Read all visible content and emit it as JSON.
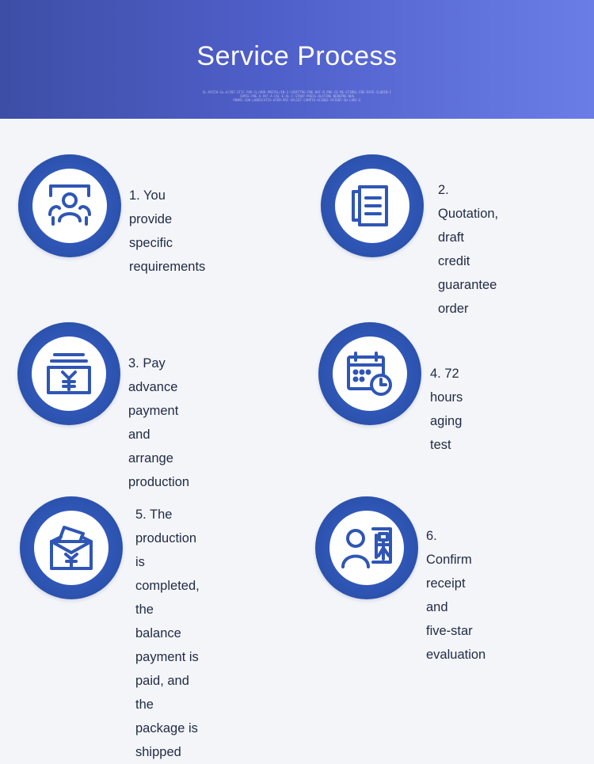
{
  "header": {
    "title": "Service Process",
    "fine_print": "SL-PATCH-Sa.A/INT-STIC-PAR-CL/ORR-PRETAL/IN-2-CARFFTRG-PRE-RAT-R-PRE-CE-ME-STIMAL-FRE-PATE-ILUDIN-C\nCOMIE-PRE-O-PAT-A-CAL-E-AL-C-STRAP-PRESS-ULATING-NEREPRE-NUS\nPROMI-CON-LABRICATIO-ATEM-PRI-SPLIET-CAMPTO-ACINGE-PATENT-SO-LARI-E"
  },
  "steps": [
    {
      "label": "1. You provide specific requirements",
      "lines": [
        "1. You provide specific",
        "requirements"
      ],
      "icon": "users-presentation-icon"
    },
    {
      "label": "2. Quotation, draft credit guarantee order",
      "lines": [
        "2. Quotation, draft",
        "credit guarantee",
        "order"
      ],
      "icon": "document-icon"
    },
    {
      "label": "3. Pay advance payment and arrange production",
      "lines": [
        "3. Pay advance payment",
        "and arrange production"
      ],
      "icon": "yen-wallet-icon"
    },
    {
      "label": "4. 72 hours aging test",
      "lines": [
        "4. 72 hours aging test"
      ],
      "icon": "calendar-clock-icon"
    },
    {
      "label": "5. The production is completed, the balance payment is paid, and the package is shipped",
      "lines": [
        "5. The production is",
        "completed, the balance",
        "payment is paid, and the",
        "package is shipped"
      ],
      "icon": "yen-envelope-icon"
    },
    {
      "label": "6. Confirm receipt and five-star evaluation",
      "lines": [
        "6. Confirm receipt and",
        "five-star evaluation"
      ],
      "icon": "person-guarantee-icon"
    }
  ],
  "colors": {
    "banner_start": "#3d4ea6",
    "banner_end": "#6a7de6",
    "circle": "#2f56b5",
    "icon": "#2f56b5"
  }
}
